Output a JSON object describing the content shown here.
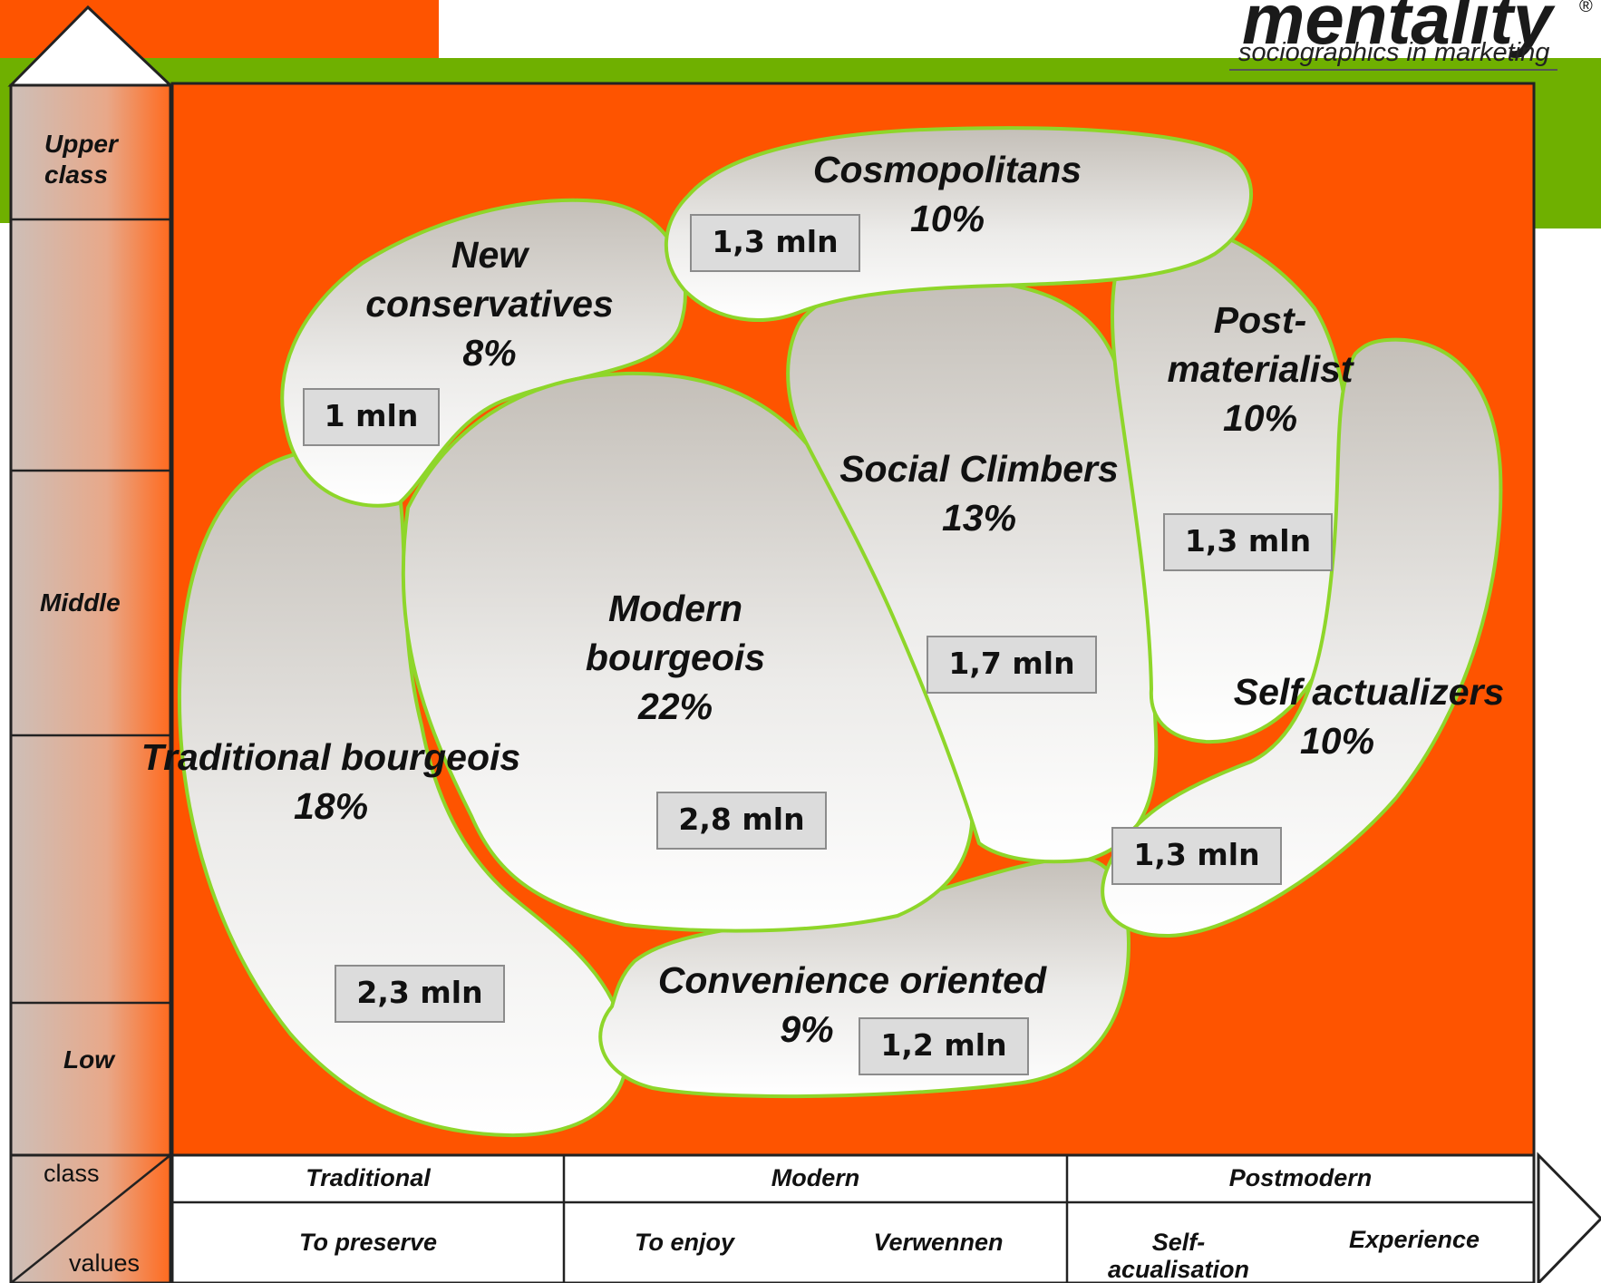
{
  "brand": {
    "name": "mentality",
    "tagline": "sociographics in marketing",
    "mark": "®"
  },
  "class_axis": {
    "labels": [
      "Upper class",
      "Middle",
      "Low"
    ],
    "corner_class": "class",
    "corner_values": "values"
  },
  "values_axis": {
    "groups": [
      "Traditional",
      "Modern",
      "Postmodern"
    ],
    "values": [
      "To preserve",
      "To enjoy",
      "Verwennen",
      "Self-acualisation",
      "Experience"
    ]
  },
  "segments": [
    {
      "name": "Cosmopolitans",
      "share": "10%",
      "size": "1,3 mln"
    },
    {
      "name": "New conservatives",
      "share": "8%",
      "size": "1 mln"
    },
    {
      "name": "Post-materialist",
      "share": "10%",
      "size": "1,3 mln"
    },
    {
      "name": "Social Climbers",
      "share": "13%",
      "size": "1,7 mln"
    },
    {
      "name": "Modern bourgeois",
      "share": "22%",
      "size": "2,8 mln"
    },
    {
      "name": "Traditional bourgeois",
      "share": "18%",
      "size": "2,3 mln"
    },
    {
      "name": "Self actualizers",
      "share": "10%",
      "size": "1,3 mln"
    },
    {
      "name": "Convenience oriented",
      "share": "9%",
      "size": "1,2 mln"
    }
  ],
  "colors": {
    "orange": "#fe5400",
    "green": "#6fb000",
    "blob_outline": "#8ed62a"
  }
}
